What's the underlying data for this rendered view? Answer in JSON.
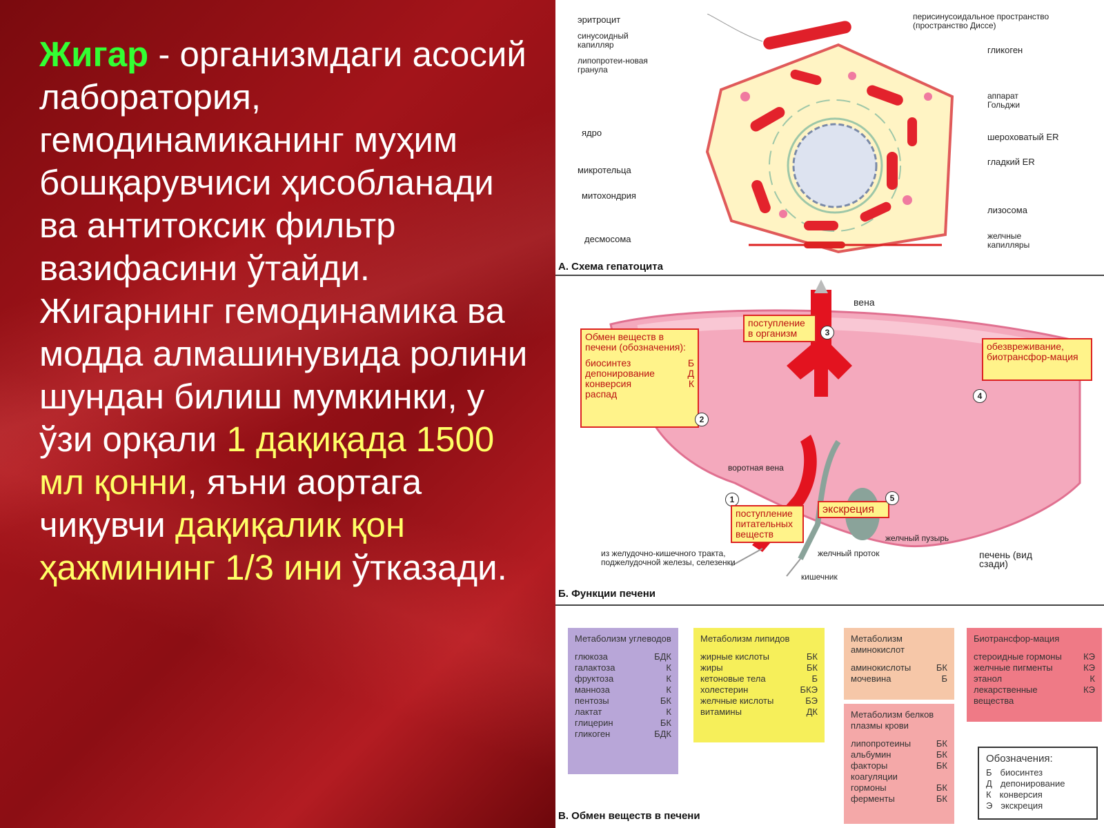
{
  "slide_text": {
    "highlight_green": "Жигар",
    "part1": " - организмдаги асосий лаборатория, гемодинамиканинг муҳим бошқарувчиси ҳисобланади ва антитоксик фильтр вазифасини ўтайди. Жигарнинг гемодинамика ва модда алмашинувида ролини шундан билиш мумкинки, у  ўзи орқали ",
    "highlight_yellow1": "1 дақиқада 1500 мл қонни",
    "part2": ", яъни аортага чиқувчи ",
    "highlight_yellow2": "дақиқалик қон ҳажмининг 1/3 ини",
    "part3": " ўтказади."
  },
  "diagram": {
    "section_a": {
      "title": "А. Схема гепатоцита",
      "labels_left": [
        "эритроцит",
        "синусоидный капилляр",
        "липопротеи-новая гранула",
        "ядро",
        "микротельца",
        "митохондрия",
        "десмосома"
      ],
      "labels_right": [
        "перисинусоидальное пространство (пространство Диссе)",
        "гликоген",
        "аппарат Гольджи",
        "шероховатый ER",
        "гладкий ER",
        "лизосома",
        "желчные капилляры"
      ]
    },
    "section_b": {
      "title": "Б. Функции печени",
      "vein": "вена",
      "entry": "поступление в организм",
      "exchange_box": {
        "heading": "Обмен веществ в печени (обозначения):",
        "rows": [
          {
            "name": "биосинтез",
            "code": "Б"
          },
          {
            "name": "депонирование",
            "code": "Д"
          },
          {
            "name": "конверсия",
            "code": "К"
          },
          {
            "name": "распад",
            "code": ""
          }
        ]
      },
      "detox": "обезвреживание, биотрансфор-мация",
      "portal_vein": "воротная вена",
      "nutrients": "поступление питательных веществ",
      "excretion": "экскреция",
      "gallbladder": "желчный пузырь",
      "bile_duct": "желчный проток",
      "from_gi": "из желудочно-кишечного тракта, поджелудочной железы, селезенки",
      "intestine": "кишечник",
      "liver_back": "печень (вид сзади)",
      "numbers": [
        "1",
        "2",
        "3",
        "4",
        "5"
      ]
    },
    "section_c": {
      "title": "В. Обмен веществ в печени",
      "carb": {
        "heading": "Метаболизм углеводов",
        "rows": [
          {
            "n": "глюкоза",
            "c": "БДК"
          },
          {
            "n": "галактоза",
            "c": "К"
          },
          {
            "n": "фруктоза",
            "c": "К"
          },
          {
            "n": "манноза",
            "c": "К"
          },
          {
            "n": "пентозы",
            "c": "БК"
          },
          {
            "n": "лактат",
            "c": "К"
          },
          {
            "n": "глицерин",
            "c": "БК"
          },
          {
            "n": "гликоген",
            "c": "БДК"
          }
        ]
      },
      "lipid": {
        "heading": "Метаболизм липидов",
        "rows": [
          {
            "n": "жирные кислоты",
            "c": "БК"
          },
          {
            "n": "жиры",
            "c": "БК"
          },
          {
            "n": "кетоновые тела",
            "c": "Б"
          },
          {
            "n": "холестерин",
            "c": "БКЭ"
          },
          {
            "n": "желчные кислоты",
            "c": "БЭ"
          },
          {
            "n": "витамины",
            "c": "ДК"
          }
        ]
      },
      "amino": {
        "heading": "Метаболизм аминокислот",
        "rows": [
          {
            "n": "аминокислоты",
            "c": "БК"
          },
          {
            "n": "мочевина",
            "c": "Б"
          }
        ]
      },
      "plasma": {
        "heading": "Метаболизм белков плазмы крови",
        "rows": [
          {
            "n": "липопротеины",
            "c": "БК"
          },
          {
            "n": "альбумин",
            "c": "БК"
          },
          {
            "n": "факторы коагуляции",
            "c": "БК"
          },
          {
            "n": "гормоны",
            "c": "БК"
          },
          {
            "n": "ферменты",
            "c": "БК"
          }
        ]
      },
      "biotrans": {
        "heading": "Биотрансфор-мация",
        "rows": [
          {
            "n": "стероидные гормоны",
            "c": "КЭ"
          },
          {
            "n": "желчные пигменты",
            "c": "КЭ"
          },
          {
            "n": "этанол",
            "c": "К"
          },
          {
            "n": "лекарственные вещества",
            "c": "КЭ"
          }
        ]
      },
      "legend": {
        "heading": "Обозначения:",
        "rows": [
          {
            "c": "Б",
            "n": "биосинтез"
          },
          {
            "c": "Д",
            "n": "депонирование"
          },
          {
            "c": "К",
            "n": "конверсия"
          },
          {
            "c": "Э",
            "n": "экскреция"
          }
        ]
      }
    }
  }
}
